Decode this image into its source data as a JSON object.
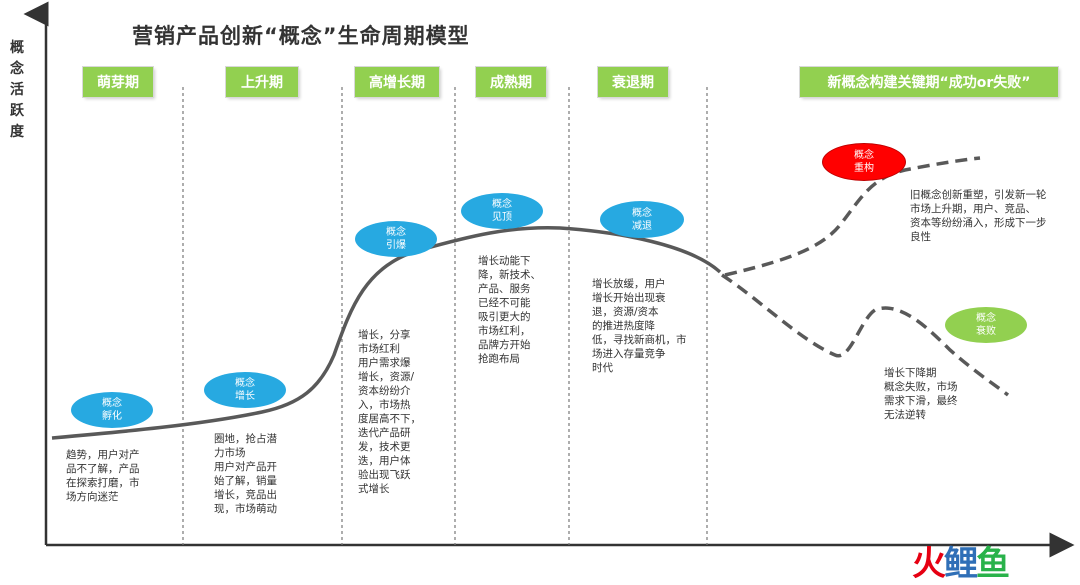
{
  "title": "营销产品创新“概念”生命周期模型",
  "y_axis_label": [
    "概",
    "念",
    "活",
    "跃",
    "度"
  ],
  "colors": {
    "stage_fill": "#92d050",
    "bubble_blue": "#27a9e1",
    "bubble_red": "#ff0000",
    "bubble_green": "#92d050",
    "curve": "#595959"
  },
  "stages": [
    {
      "label": "萌芽期"
    },
    {
      "label": "上升期"
    },
    {
      "label": "高增长期"
    },
    {
      "label": "成熟期"
    },
    {
      "label": "衰退期"
    },
    {
      "label": "新概念构建关键期“成功or失败”"
    }
  ],
  "bubbles": [
    {
      "line1": "概念",
      "line2": "孵化"
    },
    {
      "line1": "概念",
      "line2": "增长"
    },
    {
      "line1": "概念",
      "line2": "引爆"
    },
    {
      "line1": "概念",
      "line2": "见顶"
    },
    {
      "line1": "概念",
      "line2": "减退"
    },
    {
      "line1": "概念",
      "line2": "重构"
    },
    {
      "line1": "概念",
      "line2": "衰败"
    }
  ],
  "descriptions": [
    {
      "text": "趋势，用户对产\n品不了解，产品\n在探索打磨，市\n场方向迷茫"
    },
    {
      "text": "圈地，抢占潜\n力市场\n用户对产品开\n始了解，销量\n增长，竞品出\n现，市场萌动"
    },
    {
      "text": "增长，分享\n市场红利\n用户需求爆\n增长，资源/\n资本纷纷介\n入，市场热\n度居高不下，\n迭代产品研\n发，技术更\n迭，用户体\n验出现飞跃\n式增长"
    },
    {
      "text": "增长动能下\n降，新技术、\n产品、服务\n已经不可能\n吸引更大的\n市场红利，\n品牌方开始\n抢跑布局"
    },
    {
      "text": "增长放缓，用户\n增长开始出现衰\n退，资源/资本\n的推进热度降\n低，寻找新商机，市\n场进入存量竞争\n时代"
    },
    {
      "text": "旧概念创新重塑，引发新一轮\n市场上升期，用户、竞品、\n资本等纷纷涌入，形成下一步\n良性"
    },
    {
      "text": "增长下降期\n概念失败，市场\n需求下滑，最终\n无法逆转"
    }
  ],
  "watermark": {
    "part1": "火",
    "part2": "鲤",
    "part3": "鱼"
  }
}
